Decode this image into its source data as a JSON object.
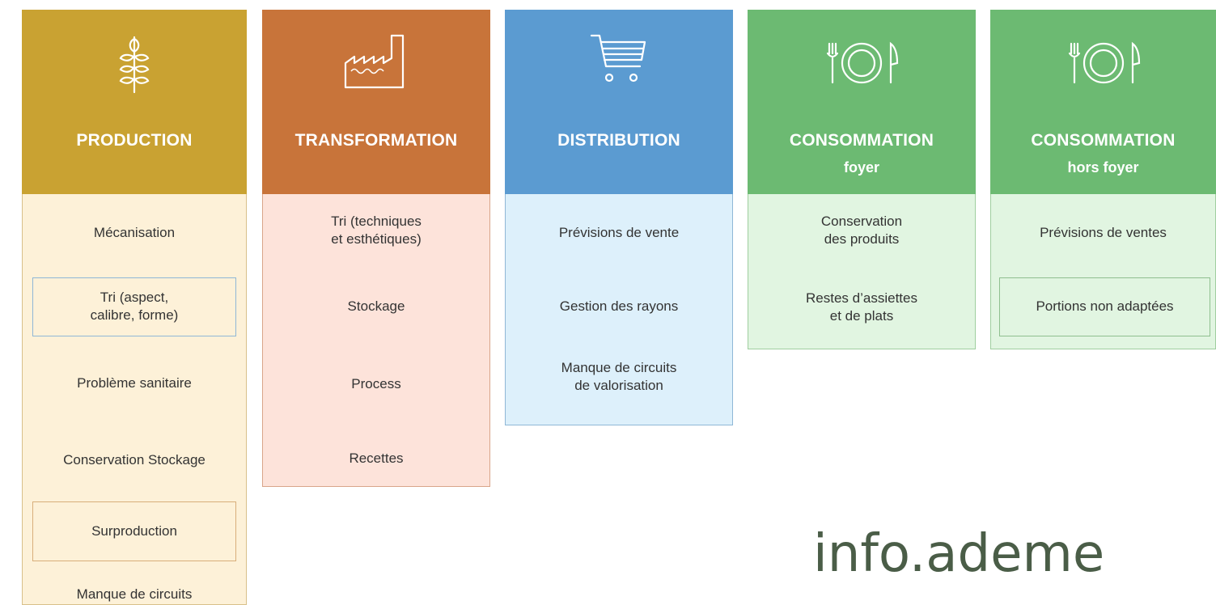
{
  "columns": [
    {
      "title": "PRODUCTION",
      "subtitle": "",
      "icon": "wheat-icon",
      "head_color": "#c9a232",
      "body_color": "#fdf1d8",
      "border_color": "#d8c08a",
      "items": [
        "Mécanisation",
        "Tri (aspect,\ncalibre, forme)",
        "Problème sanitaire",
        "Conservation Stockage",
        "Surproduction",
        "Manque de circuits"
      ]
    },
    {
      "title": "TRANSFORMATION",
      "subtitle": "",
      "icon": "factory-icon",
      "head_color": "#c8743a",
      "body_color": "#fde3da",
      "border_color": "#d9a58a",
      "items": [
        "Tri (techniques\net esthétiques)",
        "Stockage",
        "Process",
        "Recettes"
      ]
    },
    {
      "title": "DISTRIBUTION",
      "subtitle": "",
      "icon": "cart-icon",
      "head_color": "#5b9bd1",
      "body_color": "#ddf0fb",
      "border_color": "#8fb7d6",
      "items": [
        "Prévisions de vente",
        "Gestion des rayons",
        "Manque de circuits\nde valorisation"
      ]
    },
    {
      "title": "CONSOMMATION",
      "subtitle": "foyer",
      "icon": "plate-cutlery-icon",
      "head_color": "#6cba72",
      "body_color": "#e1f5e1",
      "border_color": "#9fce9f",
      "items": [
        "Conservation\ndes produits",
        "Restes d’assiettes\net de plats"
      ]
    },
    {
      "title": "CONSOMMATION",
      "subtitle": "hors foyer",
      "icon": "plate-cutlery-icon",
      "head_color": "#6cba72",
      "body_color": "#e1f5e1",
      "border_color": "#9fce9f",
      "items": [
        "Prévisions de ventes",
        "Portions non adaptées"
      ]
    }
  ],
  "watermark": "info.ademe"
}
